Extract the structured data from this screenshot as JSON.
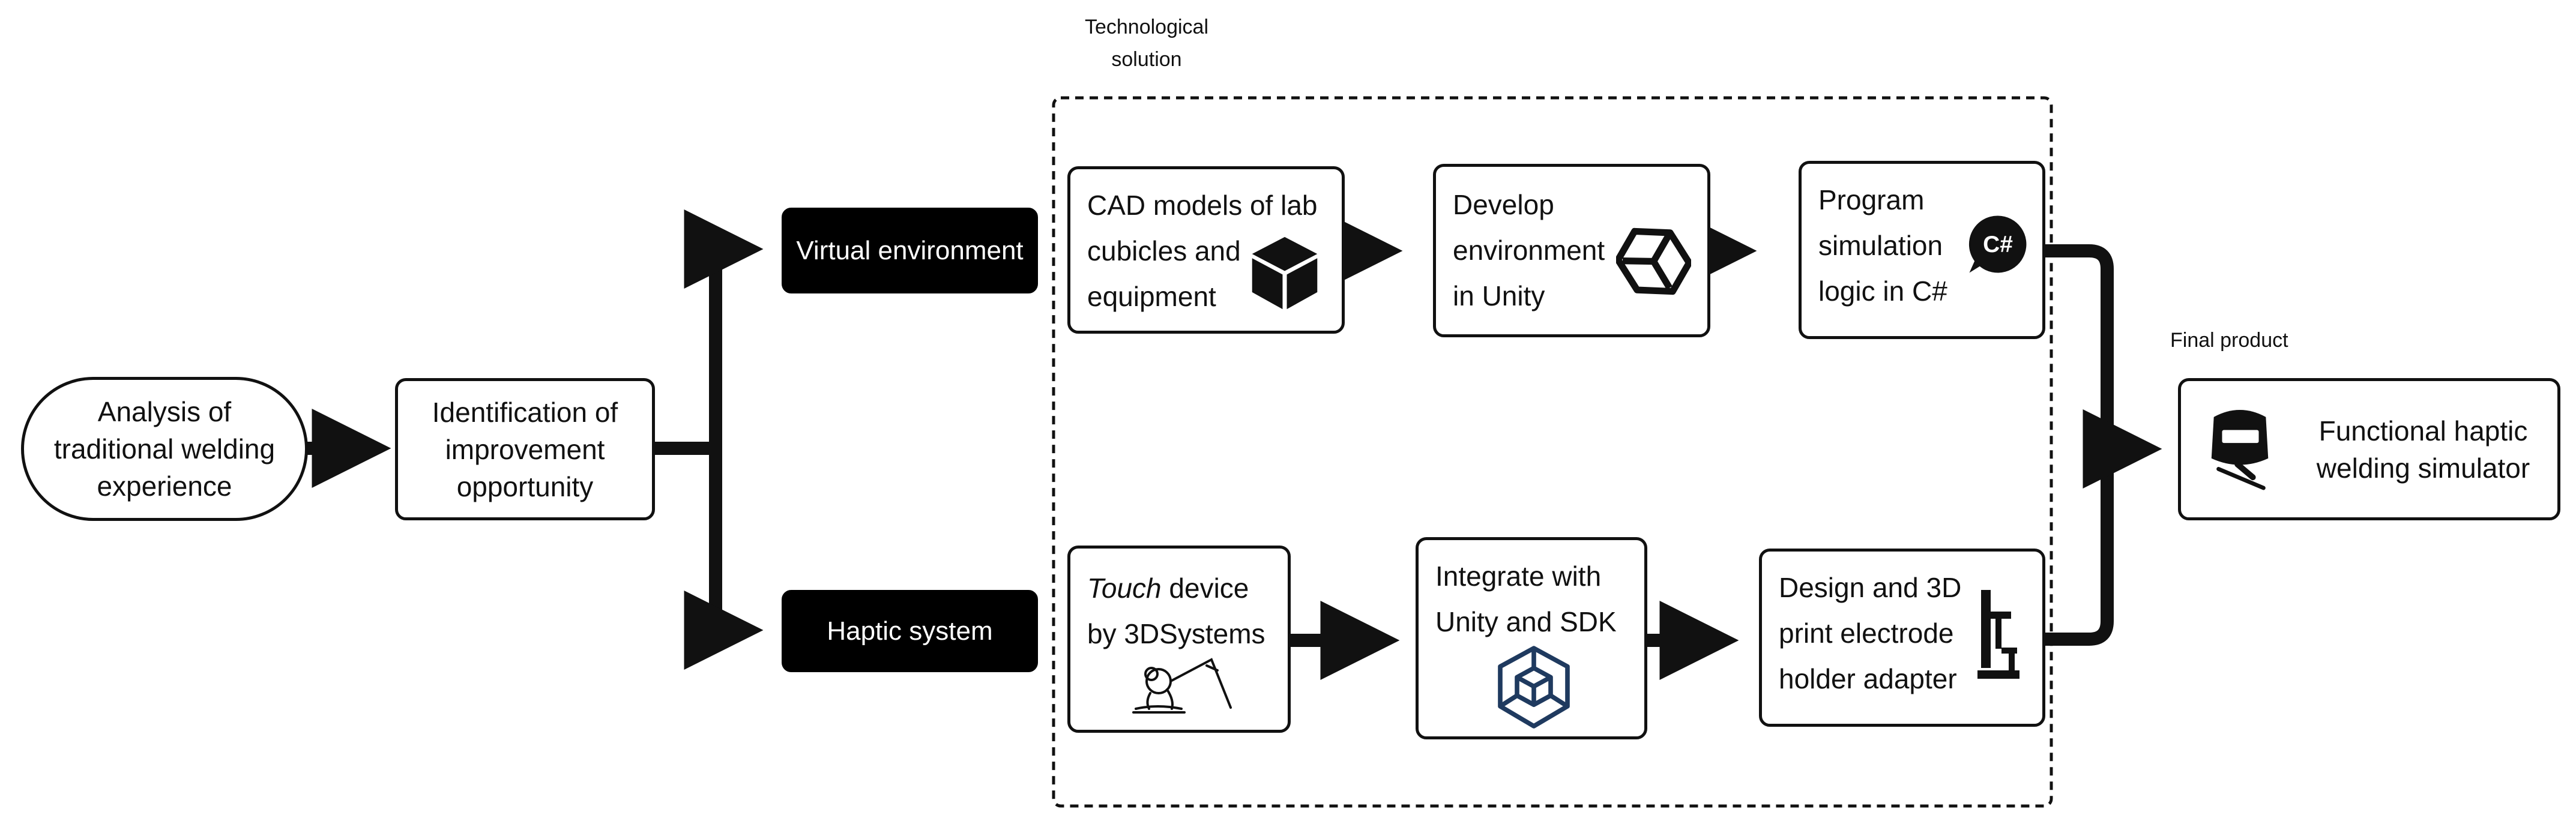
{
  "labels": {
    "tech_solution": "Technological\nsolution",
    "final_product": "Final product"
  },
  "boxes": {
    "analysis": "Analysis of\ntraditional welding\nexperience",
    "identification": "Identification of\nimprovement\nopportunity",
    "virtual_env": "Virtual environment",
    "haptic_sys": "Haptic system",
    "cad": "CAD models of lab\ncubicles and\nequipment",
    "develop": "Develop\nenvironment\nin Unity",
    "program": "Program\nsimulation\nlogic in C#",
    "touch_italic": "Touch",
    "touch_rest": " device",
    "touch_line2": "by 3DSystems",
    "integrate": "Integrate with\nUnity and SDK",
    "design": "Design and 3D\nprint electrode\nholder adapter",
    "final": "Functional haptic\nwelding simulator"
  },
  "icons": {
    "csharp_badge": "C#",
    "cad": "cube-icon",
    "unity": "unity-icon",
    "csharp": "csharp-icon",
    "touch": "haptic-touch-device-icon",
    "sdk": "sdk-package-icon",
    "adapter": "electrode-holder-icon",
    "welder": "welding-mask-icon"
  },
  "colors": {
    "stroke": "#111111",
    "dark_box": "#000000",
    "sdk_icon": "#1f3a5f"
  }
}
